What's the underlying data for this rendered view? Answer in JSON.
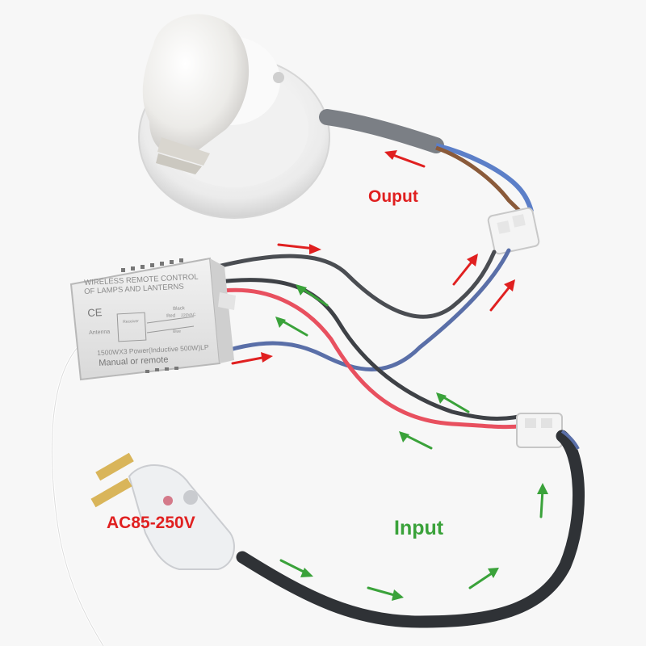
{
  "labels": {
    "output": "Ouput",
    "input": "Input",
    "voltage": "AC85-250V"
  },
  "controller": {
    "line1": "WIRELESS REMOTE CONTROL",
    "line2": "OF LAMPS AND LANTERNS",
    "line3": "1500WX3 Power(Inductive 500W)LP",
    "line4": "Manual  or  remote",
    "antenna": "Antenna",
    "switch_label": "Receiver",
    "black": "Black",
    "red": "Red",
    "voltage": "220VAC",
    "blue": "Blue",
    "ce": "CE"
  },
  "colors": {
    "output_arrow": "#e02020",
    "input_arrow": "#3aa23a",
    "red_wire": "#e8505f",
    "blue_wire": "#5a6fa8",
    "gray_wire": "#4a4d52"
  }
}
